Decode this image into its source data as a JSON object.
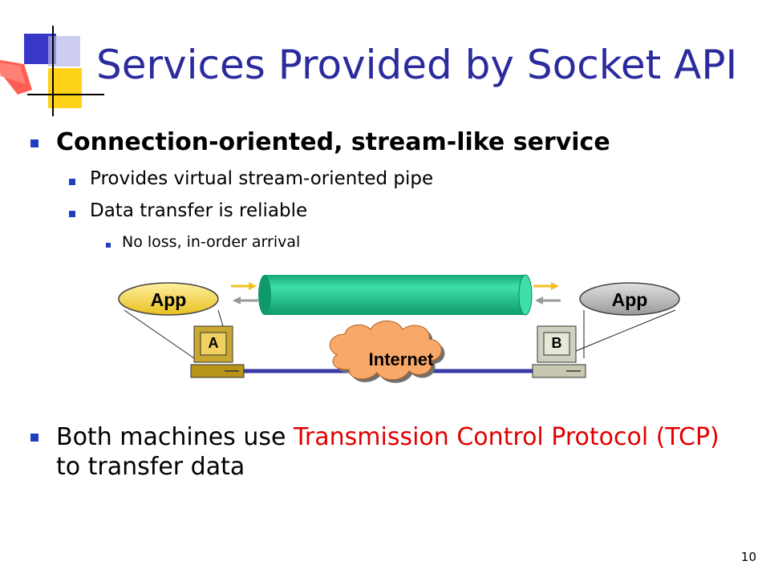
{
  "slide": {
    "title": "Services Provided by Socket API",
    "number": "10"
  },
  "content": {
    "bullet1": "Connection-oriented, stream-like service",
    "sub1": "Provides virtual stream-oriented pipe",
    "sub2": "Data transfer is reliable",
    "sub2a": "No loss, in-order arrival",
    "bullet2_prefix": "Both machines use ",
    "bullet2_highlight": "Transmission Control Protocol (TCP)",
    "bullet2_suffix": " to transfer data"
  },
  "diagram": {
    "app_left": "App",
    "app_right": "App",
    "host_a": "A",
    "host_b": "B",
    "cloud": "Internet"
  },
  "colors": {
    "title": "#2b2b9e",
    "bullet": "#1f3fbf",
    "highlight": "#e00000",
    "pipe": "#1fc08a",
    "cloud": "#f8a868",
    "link": "#3838a8"
  }
}
